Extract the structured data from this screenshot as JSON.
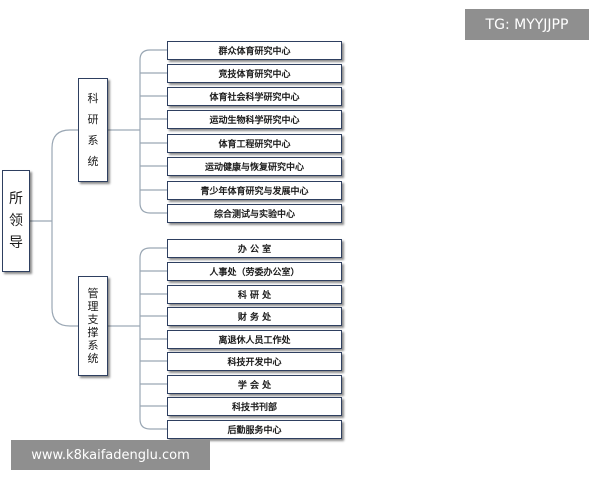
{
  "root": {
    "chars": [
      "所",
      "领",
      "导"
    ]
  },
  "categories": [
    {
      "chars": [
        "科",
        "研",
        "系",
        "统"
      ],
      "children": [
        "群众体育研究中心",
        "竞技体育研究中心",
        "体育社会科学研究中心",
        "运动生物科学研究中心",
        "体育工程研究中心",
        "运动健康与恢复研究中心",
        "青少年体育研究与发展中心",
        "综合测试与实验中心"
      ]
    },
    {
      "chars": [
        "管",
        "理",
        "支",
        "撑",
        "系",
        "统"
      ],
      "children": [
        "办 公 室",
        "人事处（劳委办公室）",
        "科 研 处",
        "财 务 处",
        "离退休人员工作处",
        "科技开发中心",
        "学 会 处",
        "科技书刊部",
        "后勤服务中心"
      ]
    }
  ],
  "watermarks": {
    "tg": "TG: MYYJJPP",
    "url": "www.k8kaifadenglu.com"
  },
  "colors": {
    "box_border": "#2e3f60",
    "connector": "#9aa7b4",
    "watermark_bg": "#8f8f8f"
  }
}
